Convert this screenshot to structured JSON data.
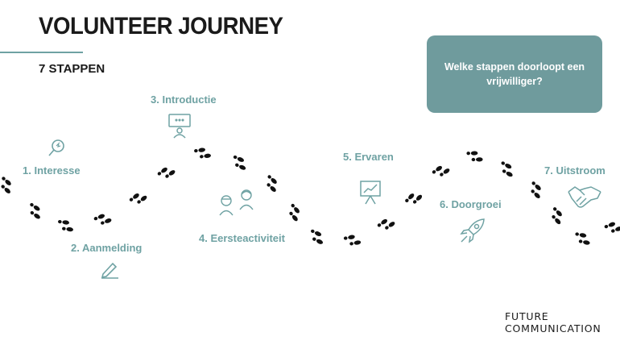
{
  "header": {
    "title": "VOLUNTEER JOURNEY",
    "subtitle": "7 STAPPEN"
  },
  "callout": {
    "text": "Welke stappen doorloopt een vrijwilliger?"
  },
  "steps": [
    {
      "label": "1. Interesse",
      "icon": "magnifier-icon"
    },
    {
      "label": "2. Aanmelding",
      "icon": "pen-icon"
    },
    {
      "label": "3. Introductie",
      "icon": "presenter-icon"
    },
    {
      "label": "4. Eersteactiviteit",
      "icon": "people-icon"
    },
    {
      "label": "5. Ervaren",
      "icon": "chart-board-icon"
    },
    {
      "label": "6. Doorgroei",
      "icon": "rocket-icon"
    },
    {
      "label": "7. Uitstroom",
      "icon": "handshake-icon"
    }
  ],
  "brand": {
    "line1": "FUTURE",
    "line2": "COMMUNICATION"
  },
  "colors": {
    "accent": "#6fa2a3",
    "callout_bg": "#6f9b9d",
    "text": "#1a1a1a",
    "footprint": "#111111"
  }
}
